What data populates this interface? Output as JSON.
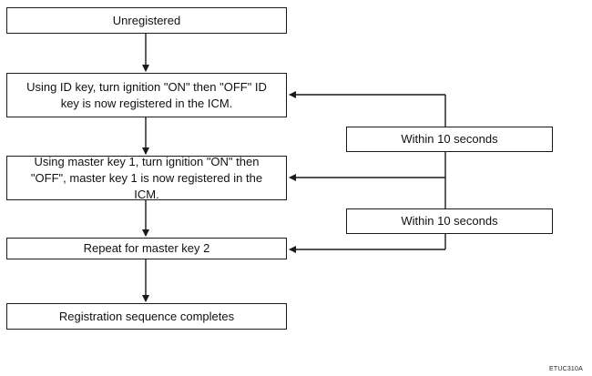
{
  "steps": {
    "unregistered": "Unregistered",
    "register_id_key": "Using ID key, turn ignition \"ON\" then \"OFF\" ID key is now registered in the ICM.",
    "register_master_key_1": "Using master key 1, turn ignition \"ON\" then \"OFF\", master key 1 is now registered in the ICM.",
    "repeat_master_key_2": "Repeat for master key 2",
    "sequence_complete": "Registration sequence completes"
  },
  "conditions": {
    "within_first": "Within 10 seconds",
    "within_second": "Within 10 seconds"
  },
  "figure_code": "ETUC310A",
  "colors": {
    "line": "#1a1a1a",
    "box_border": "#1a1a1a",
    "background": "#ffffff"
  }
}
